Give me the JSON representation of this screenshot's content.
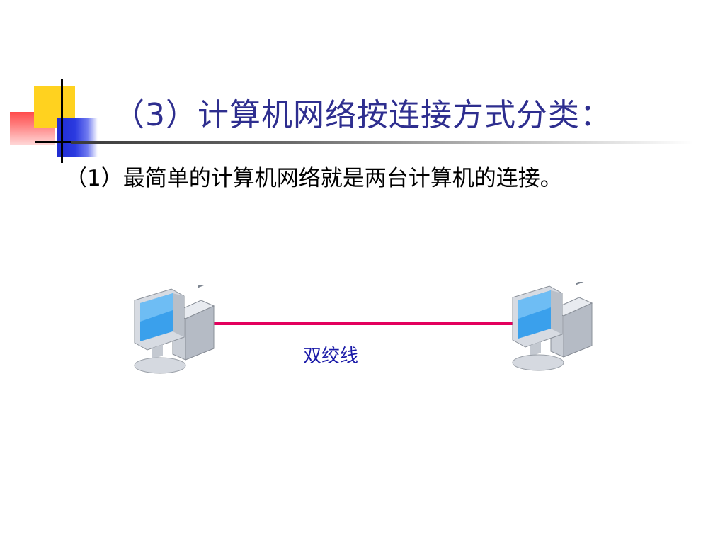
{
  "slide": {
    "title": "（3）计算机网络按连接方式分类：",
    "bullet": "（1）最简单的计算机网络就是两台计算机的连接。"
  },
  "diagram": {
    "nodes": [
      {
        "id": "computer-left",
        "icon": "desktop-computer-icon"
      },
      {
        "id": "computer-right",
        "icon": "desktop-computer-icon"
      }
    ],
    "edges": [
      {
        "from": "computer-left",
        "to": "computer-right",
        "label": "双绞线"
      }
    ]
  },
  "colors": {
    "title": "#2e2e8f",
    "cable": "#e3005d",
    "cable_label": "#1a1aa8",
    "deco_yellow": "#ffd21f",
    "deco_blue": "#1f2bd0",
    "deco_red": "#ff4a4a"
  }
}
